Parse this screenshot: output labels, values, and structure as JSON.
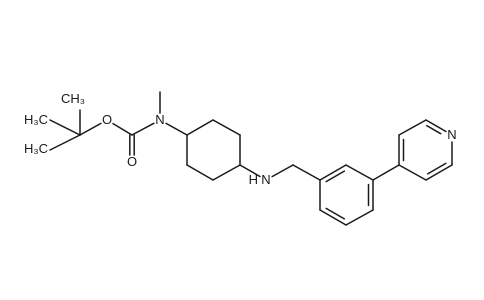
{
  "molecule": {
    "colors": {
      "background": "#ffffff",
      "bond": "#1a1a1a",
      "text": "#1a1a1a"
    },
    "atoms": [
      {
        "id": "me_top",
        "label": ""
      },
      {
        "id": "me_h1",
        "label": "H₃C"
      },
      {
        "id": "me_h2",
        "label": "H₃C"
      },
      {
        "id": "me_h3",
        "label": "CH₃"
      },
      {
        "id": "c_quat",
        "label": ""
      },
      {
        "id": "o_ester",
        "label": "O"
      },
      {
        "id": "c_carbonyl",
        "label": ""
      },
      {
        "id": "o_carbonyl",
        "label": "O"
      },
      {
        "id": "n_carbamate",
        "label": "N"
      },
      {
        "id": "c_nme",
        "label": ""
      },
      {
        "id": "cy1",
        "label": ""
      },
      {
        "id": "cy2",
        "label": ""
      },
      {
        "id": "cy3",
        "label": ""
      },
      {
        "id": "cy4",
        "label": ""
      },
      {
        "id": "cy5",
        "label": ""
      },
      {
        "id": "cy6",
        "label": ""
      },
      {
        "id": "n_amine",
        "label": "N"
      },
      {
        "id": "h_amine",
        "label": "H"
      },
      {
        "id": "ch2",
        "label": ""
      },
      {
        "id": "ph1",
        "label": ""
      },
      {
        "id": "ph2",
        "label": ""
      },
      {
        "id": "ph3",
        "label": ""
      },
      {
        "id": "ph4",
        "label": ""
      },
      {
        "id": "ph5",
        "label": ""
      },
      {
        "id": "ph6",
        "label": ""
      },
      {
        "id": "py1",
        "label": ""
      },
      {
        "id": "py2",
        "label": ""
      },
      {
        "id": "py3",
        "label": ""
      },
      {
        "id": "n_pyridine",
        "label": "N"
      },
      {
        "id": "py5",
        "label": ""
      },
      {
        "id": "py6",
        "label": ""
      }
    ],
    "bonds": [
      {
        "a": "me_h1",
        "b": "c_quat",
        "order": 1
      },
      {
        "a": "me_h2",
        "b": "c_quat",
        "order": 1
      },
      {
        "a": "me_h3",
        "b": "c_quat",
        "order": 1
      },
      {
        "a": "c_quat",
        "b": "o_ester",
        "order": 1
      },
      {
        "a": "o_ester",
        "b": "c_carbonyl",
        "order": 1
      },
      {
        "a": "c_carbonyl",
        "b": "o_carbonyl",
        "order": 2
      },
      {
        "a": "c_carbonyl",
        "b": "n_carbamate",
        "order": 1
      },
      {
        "a": "n_carbamate",
        "b": "c_nme",
        "order": 1
      },
      {
        "a": "n_carbamate",
        "b": "cy1",
        "order": 1
      },
      {
        "a": "cy1",
        "b": "cy2",
        "order": 1
      },
      {
        "a": "cy2",
        "b": "cy3",
        "order": 1
      },
      {
        "a": "cy3",
        "b": "cy4",
        "order": 1
      },
      {
        "a": "cy4",
        "b": "cy5",
        "order": 1
      },
      {
        "a": "cy5",
        "b": "cy6",
        "order": 1
      },
      {
        "a": "cy6",
        "b": "cy1",
        "order": 1
      },
      {
        "a": "cy4",
        "b": "n_amine",
        "order": 1
      },
      {
        "a": "n_amine",
        "b": "ch2",
        "order": 1
      },
      {
        "a": "ch2",
        "b": "ph1",
        "order": 1
      },
      {
        "a": "ph1",
        "b": "ph2",
        "order": 2
      },
      {
        "a": "ph2",
        "b": "ph3",
        "order": 1
      },
      {
        "a": "ph3",
        "b": "ph4",
        "order": 2
      },
      {
        "a": "ph4",
        "b": "ph5",
        "order": 1
      },
      {
        "a": "ph5",
        "b": "ph6",
        "order": 2
      },
      {
        "a": "ph6",
        "b": "ph1",
        "order": 1
      },
      {
        "a": "ph3",
        "b": "py1",
        "order": 1
      },
      {
        "a": "py1",
        "b": "py2",
        "order": 2
      },
      {
        "a": "py2",
        "b": "py3",
        "order": 1
      },
      {
        "a": "py3",
        "b": "n_pyridine",
        "order": 2
      },
      {
        "a": "n_pyridine",
        "b": "py5",
        "order": 1
      },
      {
        "a": "py5",
        "b": "py6",
        "order": 2
      },
      {
        "a": "py6",
        "b": "py1",
        "order": 1
      }
    ]
  }
}
